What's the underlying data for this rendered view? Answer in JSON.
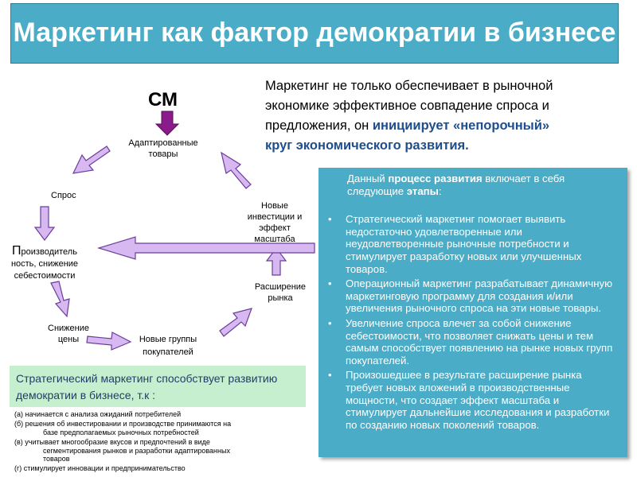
{
  "slide": {
    "title": "Маркетинг как фактор демократии в бизнесе",
    "intro": {
      "part1": "Маркетинг  не только обеспечивает в рыночной экономике эффективное совпадение спроса и предложения, он",
      "emphasis": "инициирует «непорочный» круг экономического развития."
    },
    "stages_box": {
      "lead_part1": "Данный",
      "lead_bold1": "процесс развития",
      "lead_part2": "включает в себя следующие",
      "lead_bold2": "этапы",
      "lead_end": ":",
      "items": [
        "Стратегический маркетинг помогает выявить недостаточно удовлетворенные или неудовлетворенные рыночные потребности и стимулирует разработку новых или улучшенных товаров.",
        "Операционный маркетинг разрабатывает динамичную маркетинговую программу для создания и/или увеличения рыночного спроса на эти новые товары.",
        "Увеличение спроса влечет за собой снижение себестоимости, что позволяет снижать цены и тем самым способствует появлению на рынке новых групп покупателей.",
        "Произошедшее в результате расширение рынка требует новых вложений в производственные мощности, что создает эффект масштаба и стимулирует дальнейшие исследования и разработки по созданию новых поколений товаров."
      ]
    },
    "cycle": {
      "center": "СМ",
      "adapted_goods": [
        "Адаптированные",
        "товары"
      ],
      "demand": "Спрос",
      "productivity_cap": "П",
      "productivity": [
        "роизводитель",
        "ность, снижение",
        "себестоимости"
      ],
      "price_drop": [
        "Снижение",
        "цены"
      ],
      "new_groups": [
        "Новые группы",
        "покупателей"
      ],
      "market_expansion": [
        "Расширение",
        "рынка"
      ],
      "new_investments": [
        "Новые",
        "инвестиции и",
        "эффект",
        "масштаба"
      ]
    },
    "green_box": "Стратегический маркетинг способствует развитию демократии в бизнесе, т.к :",
    "notes": [
      {
        "line1": "(а) начинается с анализа ожиданий потребителей"
      },
      {
        "line1": "(б) решения об инвестировании и производстве принимаются на",
        "line2": "базе предполагаемых рыночных потребностей"
      },
      {
        "line1": "(в) учитывает многообразие вкусов и предпочтений в виде",
        "line2": "сегментирования рынков и разработки адаптированных",
        "line3": "товаров"
      },
      {
        "line1": "(г) стимулирует инновации и предпринимательство"
      }
    ],
    "colors": {
      "banner": "#4aacc6",
      "arrow_fill": "#d8b8f0",
      "arrow_stroke": "#6a3d9a",
      "down_arrow": "#8b1a8b",
      "green_box": "#c6efcf"
    }
  }
}
